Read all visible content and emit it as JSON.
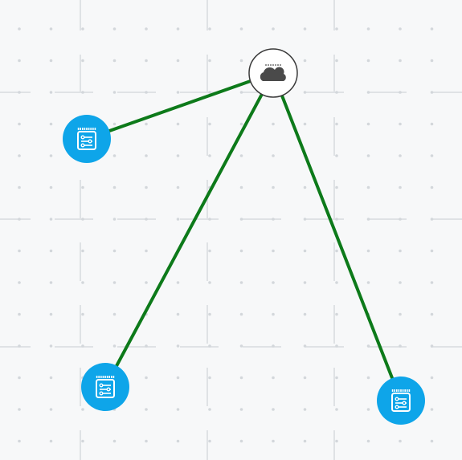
{
  "canvas": {
    "background": "#f7f8f9",
    "grid_line_color": "#dfe2e5",
    "grid_dot_color": "#d3d7db"
  },
  "edges": {
    "color": "#0d7a1a"
  },
  "nodes": [
    {
      "id": "cloud",
      "icon": "cloud-icon",
      "fill": "#ffffff",
      "stroke": "#3a3a3a",
      "icon_color": "#4a4a4a"
    },
    {
      "id": "device-top-left",
      "icon": "device-icon",
      "fill": "#0ea5e9",
      "icon_color": "#ffffff"
    },
    {
      "id": "device-bottom-left",
      "icon": "device-icon",
      "fill": "#0ea5e9",
      "icon_color": "#ffffff"
    },
    {
      "id": "device-bottom-right",
      "icon": "device-icon",
      "fill": "#0ea5e9",
      "icon_color": "#ffffff"
    }
  ],
  "links": [
    {
      "from": "cloud",
      "to": "device-top-left"
    },
    {
      "from": "cloud",
      "to": "device-bottom-left"
    },
    {
      "from": "cloud",
      "to": "device-bottom-right"
    }
  ]
}
